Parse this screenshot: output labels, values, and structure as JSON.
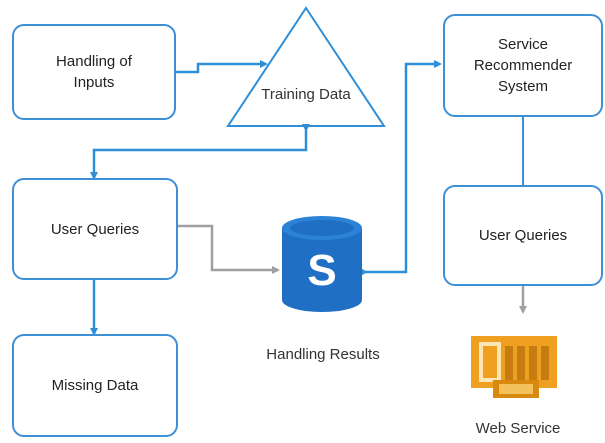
{
  "nodes": {
    "handling_inputs": "Handling of\nInputs",
    "training_data": "Training Data",
    "service_recommender": "Service\nRecommender\nSystem",
    "user_queries_left": "User Queries",
    "user_queries_right": "User Queries",
    "missing_data": "Missing Data",
    "handling_results": "Handling Results",
    "web_service": "Web Service"
  },
  "icons": {
    "database": "database-s-icon",
    "web_service": "web-service-icon"
  },
  "colors": {
    "box_border": "#3d8fd6",
    "arrow_blue": "#2e8fd8",
    "arrow_gray": "#a0a0a0",
    "database": "#1f6fc4",
    "web_service": "#f0a020"
  }
}
